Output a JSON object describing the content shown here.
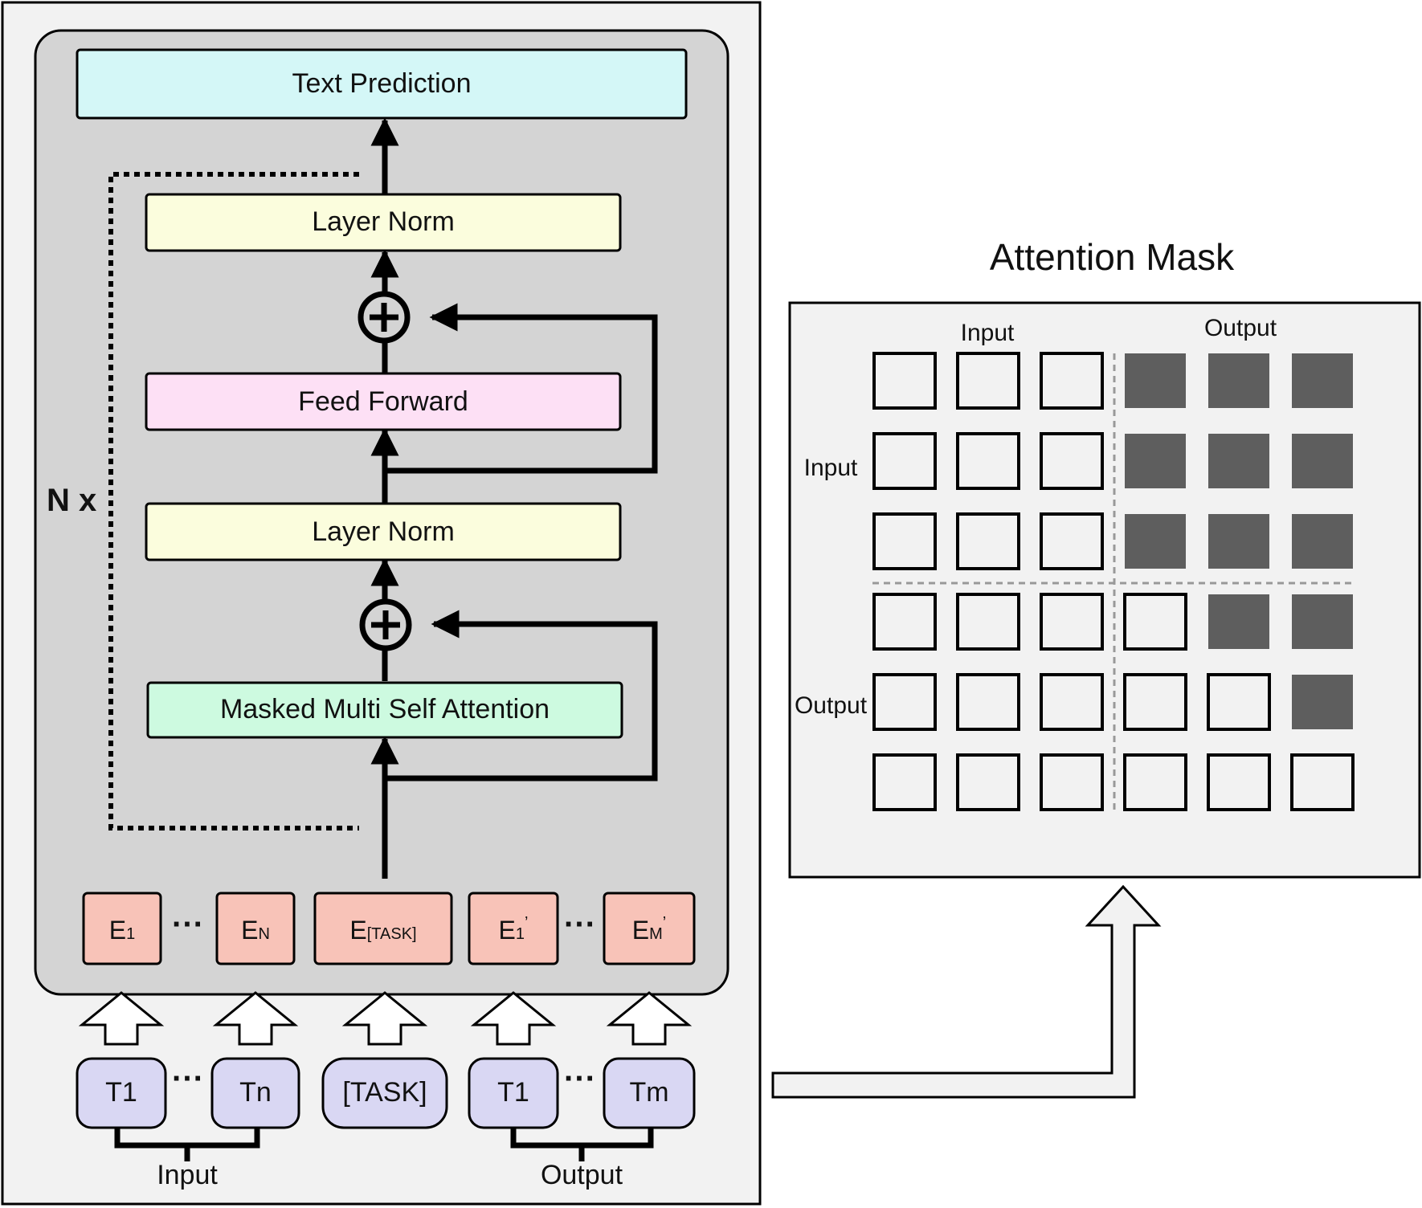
{
  "model": {
    "repeat_label": "N x",
    "blocks": {
      "text_prediction": "Text Prediction",
      "layer_norm_top": "Layer Norm",
      "feed_forward": "Feed Forward",
      "layer_norm_bottom": "Layer Norm",
      "masked_attention": "Masked Multi Self Attention"
    },
    "embeddings": [
      {
        "base": "E",
        "sub": "1",
        "mark": ""
      },
      {
        "base": "E",
        "sub": "N",
        "mark": ""
      },
      {
        "base": "E",
        "sub": "[TASK]",
        "mark": ""
      },
      {
        "base": "E",
        "sub": "1",
        "mark": "’"
      },
      {
        "base": "E",
        "sub": "M",
        "mark": "’"
      }
    ],
    "embedding_ellipsis": "···",
    "tokens": [
      "T1",
      "Tn",
      "[TASK]",
      "T1",
      "Tm"
    ],
    "token_ellipsis": "···",
    "group_labels": {
      "input": "Input",
      "output": "Output"
    }
  },
  "attention_mask": {
    "title": "Attention Mask",
    "col_labels": {
      "input": "Input",
      "output": "Output"
    },
    "row_labels": {
      "input": "Input",
      "output": "Output"
    },
    "matrix": [
      [
        0,
        0,
        0,
        1,
        1,
        1
      ],
      [
        0,
        0,
        0,
        1,
        1,
        1
      ],
      [
        0,
        0,
        0,
        1,
        1,
        1
      ],
      [
        0,
        0,
        0,
        0,
        1,
        1
      ],
      [
        0,
        0,
        0,
        0,
        0,
        1
      ],
      [
        0,
        0,
        0,
        0,
        0,
        0
      ]
    ]
  },
  "colors": {
    "outer_panel": "#f2f2f2",
    "model_panel": "#d4d4d4",
    "text_prediction": "#d4f7f7",
    "layer_norm": "#fbfddd",
    "feed_forward": "#fde0f5",
    "attention": "#cdfae0",
    "embedding": "#f8c3b8",
    "token": "#d9d7f3",
    "mask_blocked": "#5e5e5e",
    "mask_open": "#f2f2f2"
  }
}
